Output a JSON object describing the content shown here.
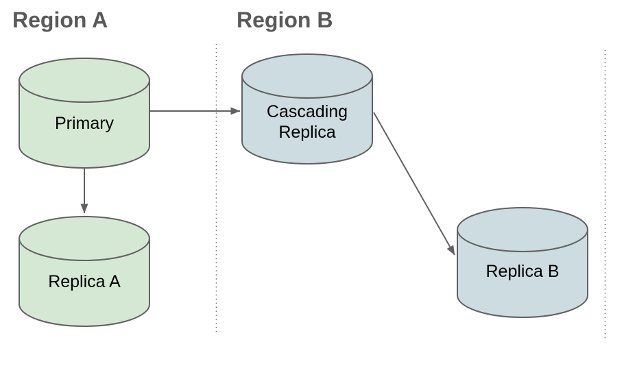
{
  "diagram": {
    "type": "database-replication-topology",
    "regions": [
      {
        "label": "Region A"
      },
      {
        "label": "Region B"
      }
    ],
    "nodes": {
      "primary": {
        "label": "Primary",
        "lines": [
          "Primary"
        ],
        "shape": "database-cylinder",
        "region": "Region A",
        "fill": "#d5e8d4"
      },
      "replica_a": {
        "label": "Replica A",
        "lines": [
          "Replica A"
        ],
        "shape": "database-cylinder",
        "region": "Region A",
        "fill": "#d5e8d4"
      },
      "cascading_replica": {
        "label": "Cascading Replica",
        "lines": [
          "Cascading",
          "Replica"
        ],
        "shape": "database-cylinder",
        "region": "Region B",
        "fill": "#ccdce0"
      },
      "replica_b": {
        "label": "Replica B",
        "lines": [
          "Replica B"
        ],
        "shape": "database-cylinder",
        "region": "Region B",
        "fill": "#ccdce0"
      }
    },
    "edges": [
      {
        "from": "Primary",
        "to": "Cascading Replica",
        "style": "arrow"
      },
      {
        "from": "Primary",
        "to": "Replica A",
        "style": "arrow"
      },
      {
        "from": "Cascading Replica",
        "to": "Replica B",
        "style": "arrow"
      }
    ],
    "colors": {
      "green_fill": "#d5e8d4",
      "blue_fill": "#ccdce0",
      "node_stroke": "#616161",
      "arrow": "#616161",
      "region_label": "#595959",
      "divider_dots": "#757575",
      "background": "#ffffff"
    }
  }
}
